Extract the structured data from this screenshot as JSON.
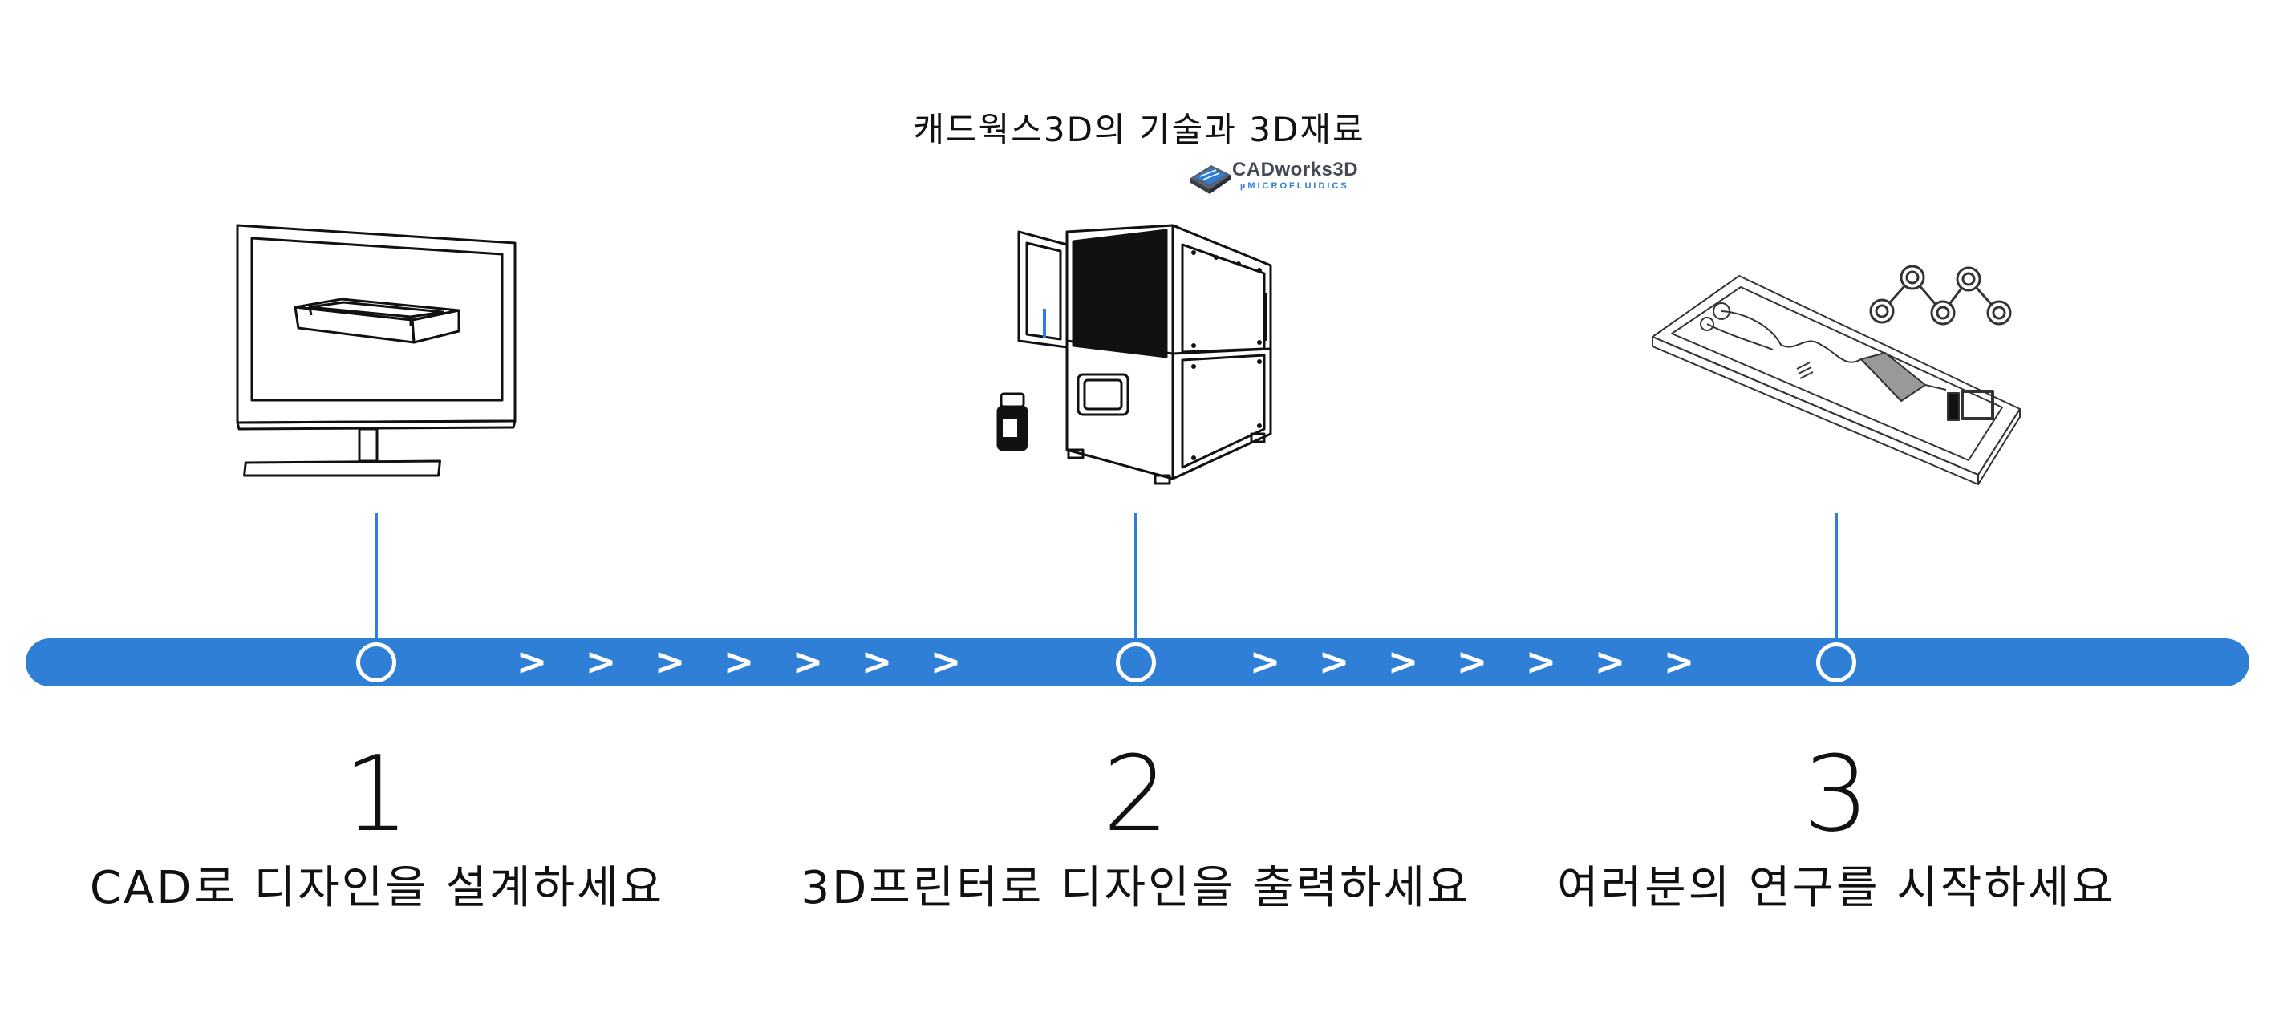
{
  "header": {
    "caption": "캐드웍스3D의 기술과 3D재료",
    "logo": {
      "name": "CADworks3D",
      "subtitle": "µMICROFLUIDICS"
    }
  },
  "colors": {
    "timeline": "#2f7fd6",
    "line_art": "#111111",
    "background": "#ffffff"
  },
  "timeline": {
    "chevron_glyph": ">",
    "steps": [
      {
        "number": "1",
        "label": "CAD로 디자인을 설계하세요",
        "illustration": "monitor-with-cad-model-icon"
      },
      {
        "number": "2",
        "label": "3D프린터로 디자인을 출력하세요",
        "illustration": "3d-printer-with-resin-bottle-icon"
      },
      {
        "number": "3",
        "label": "여러분의 연구를 시작하세요",
        "illustration": "microfluidic-chip-icon"
      }
    ]
  }
}
